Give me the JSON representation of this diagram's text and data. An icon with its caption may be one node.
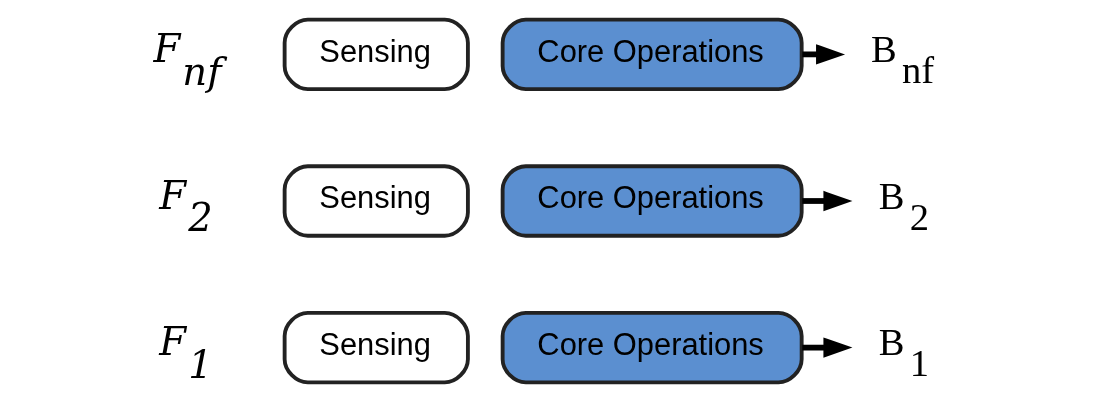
{
  "diagram": {
    "nodes": [
      {
        "text": [
          "Sensing"
        ]
      },
      {
        "text": [
          "Core Operations"
        ]
      },
      {
        "text": [
          "B$_{1}$"
        ]
      },
      {
        "text": [
          "Sensing"
        ]
      },
      {
        "text": [
          "Core Operations"
        ]
      },
      {
        "text": [
          "B$_{2}$"
        ]
      },
      {
        "text": [
          "Sensing"
        ]
      },
      {
        "text": [
          "Core Operations"
        ]
      },
      {
        "text": [
          "B$_{nf}$"
        ]
      }
    ],
    "edges": [
      {
        "from": 1,
        "to": 2,
        "arrow": "to"
      },
      {
        "from": 4,
        "to": 5,
        "arrow": "to"
      },
      {
        "from": 7,
        "to": 8,
        "arrow": "to"
      }
    ],
    "labels": [
      "F$_{1}$",
      "F$_{2}$",
      "F$_{nf}$"
    ]
  }
}
